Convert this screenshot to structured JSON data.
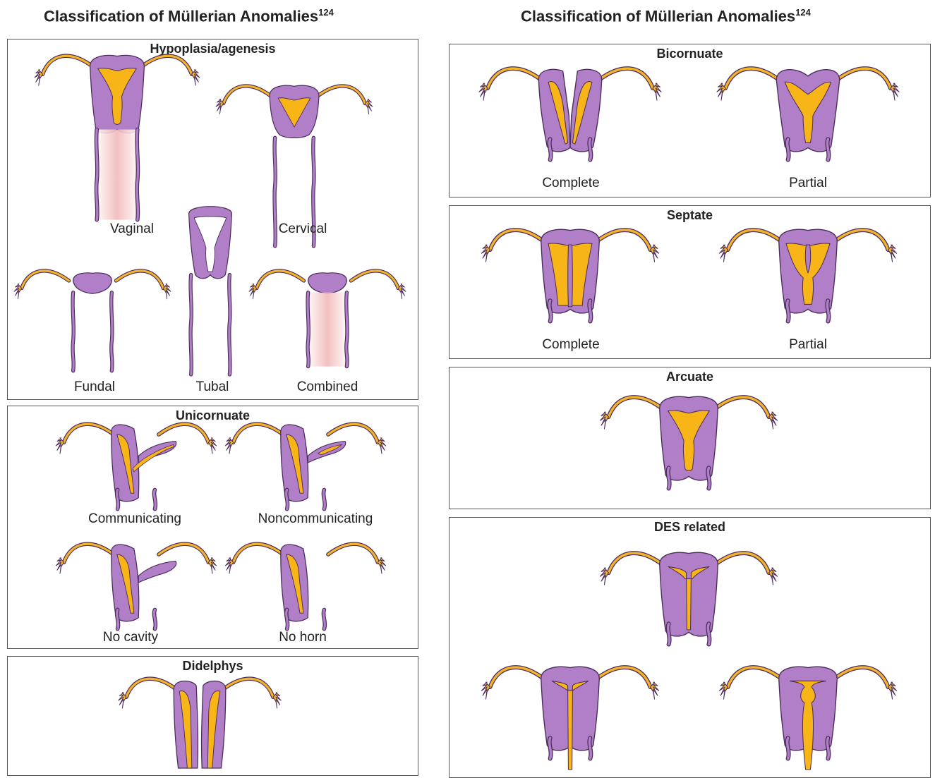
{
  "header": {
    "left_title": "Classification of Müllerian Anomalies",
    "left_ref": "124",
    "right_title": "Classification of Müllerian Anomalies",
    "right_ref": "124"
  },
  "colors": {
    "uterus": "#b07fc7",
    "cavity": "#f8b518",
    "outline": "#4b2d5c",
    "tube": "#f3b32a",
    "vagina_fill": "#f0b9b9",
    "panel_border": "#555555"
  },
  "panels": {
    "hypoplasia": {
      "title": "Hypoplasia/agenesis",
      "labels": [
        "Vaginal",
        "Cervical",
        "Fundal",
        "Tubal",
        "Combined"
      ]
    },
    "unicornuate": {
      "title": "Unicornuate",
      "labels": [
        "Communicating",
        "Noncommunicating",
        "No cavity",
        "No horn"
      ]
    },
    "didelphys": {
      "title": "Didelphys"
    },
    "bicornuate": {
      "title": "Bicornuate",
      "labels": [
        "Complete",
        "Partial"
      ]
    },
    "septate": {
      "title": "Septate",
      "labels": [
        "Complete",
        "Partial"
      ]
    },
    "arcuate": {
      "title": "Arcuate"
    },
    "des": {
      "title": "DES related"
    }
  }
}
